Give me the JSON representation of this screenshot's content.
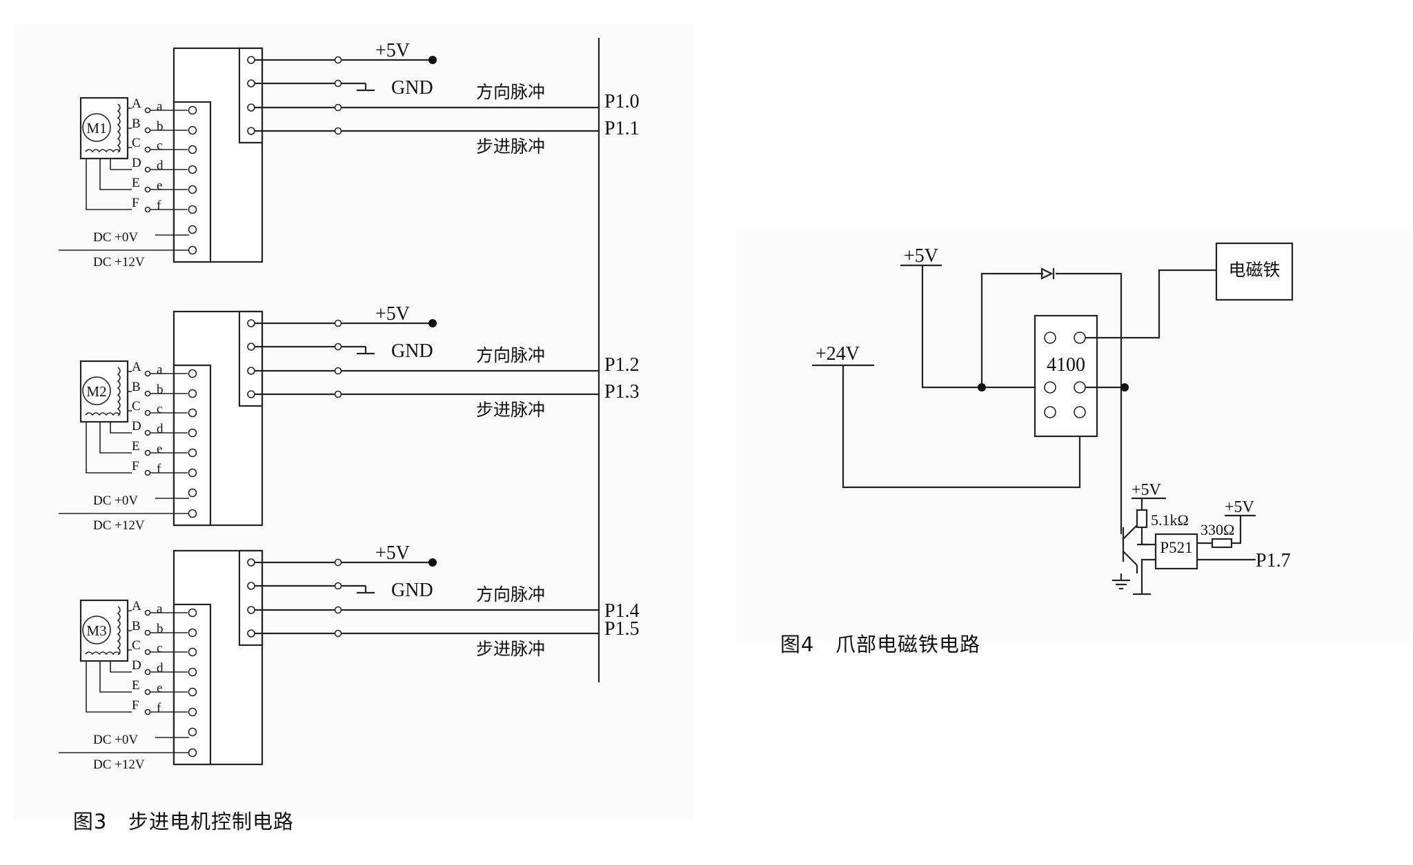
{
  "figure3": {
    "caption_num": "图3",
    "caption_title": "步进电机控制电路",
    "bus_pins": [
      "P1.0",
      "P1.1",
      "P1.2",
      "P1.3",
      "P1.4",
      "P1.5"
    ],
    "units": [
      {
        "motor": "M1",
        "top": [
          "+5V",
          "GND"
        ],
        "dir_label": "方向脉冲",
        "step_label": "步进脉冲",
        "phases": [
          "A",
          "B",
          "C",
          "D",
          "E",
          "F"
        ],
        "pins": [
          "a",
          "b",
          "c",
          "d",
          "e",
          "f"
        ],
        "dc": [
          "DC +0V",
          "DC +12V"
        ]
      },
      {
        "motor": "M2",
        "top": [
          "+5V",
          "GND"
        ],
        "dir_label": "方向脉冲",
        "step_label": "步进脉冲",
        "phases": [
          "A",
          "B",
          "C",
          "D",
          "E",
          "F"
        ],
        "pins": [
          "a",
          "b",
          "c",
          "d",
          "e",
          "f"
        ],
        "dc": [
          "DC +0V",
          "DC +12V"
        ]
      },
      {
        "motor": "M3",
        "top": [
          "+5V",
          "GND"
        ],
        "dir_label": "方向脉冲",
        "step_label": "步进脉冲",
        "phases": [
          "A",
          "B",
          "C",
          "D",
          "E",
          "F"
        ],
        "pins": [
          "a",
          "b",
          "c",
          "d",
          "e",
          "f"
        ],
        "dc": [
          "DC +0V",
          "DC +12V"
        ]
      }
    ]
  },
  "figure4": {
    "caption_num": "图4",
    "caption_title": "爪部电磁铁电路",
    "v5": "+5V",
    "v24": "+24V",
    "relay": "4100",
    "magnet": "电磁铁",
    "v5_pullup": "+5V",
    "r1": "5.1kΩ",
    "v5_right": "+5V",
    "r2": "330Ω",
    "opto": "P521",
    "pin": "P1.7"
  }
}
